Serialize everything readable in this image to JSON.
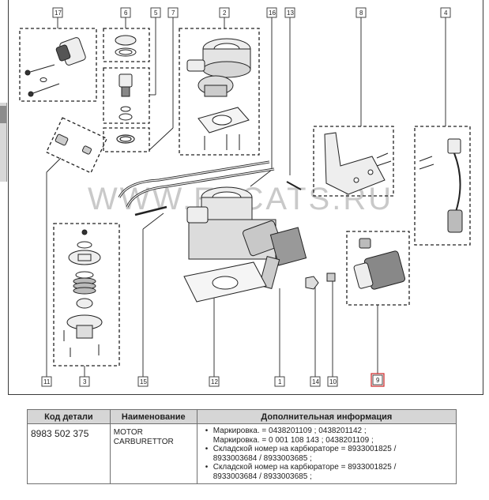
{
  "diagram": {
    "watermark": "WWW.EPCATS.RU",
    "callouts": [
      "17",
      "6",
      "5",
      "7",
      "2",
      "16",
      "13",
      "8",
      "4",
      "11",
      "3",
      "15",
      "12",
      "1",
      "14",
      "10",
      "9"
    ],
    "selected_callout": "9",
    "accent_color": "#cc2222"
  },
  "table": {
    "headers": {
      "code": "Код детали",
      "name": "Наименование",
      "info": "Дополнительная информация"
    },
    "rows": [
      {
        "code": "8983 502 375",
        "name_line1": "MOTOR",
        "name_line2": "CARBURETTOR",
        "info": [
          {
            "line1": "Маркировка. = 0438201109 ; 0438201142 ;",
            "line2": "Маркировка. = 0 001 108 143 ; 0438201109 ;"
          },
          {
            "line1": "Складской номер на карбюраторе = 8933001825 /",
            "line2": "8933003684 / 8933003685 ;"
          },
          {
            "line1": "Складской номер на карбюраторе = 8933001825 /",
            "line2": "8933003684 / 8933003685 ;"
          }
        ]
      }
    ]
  }
}
